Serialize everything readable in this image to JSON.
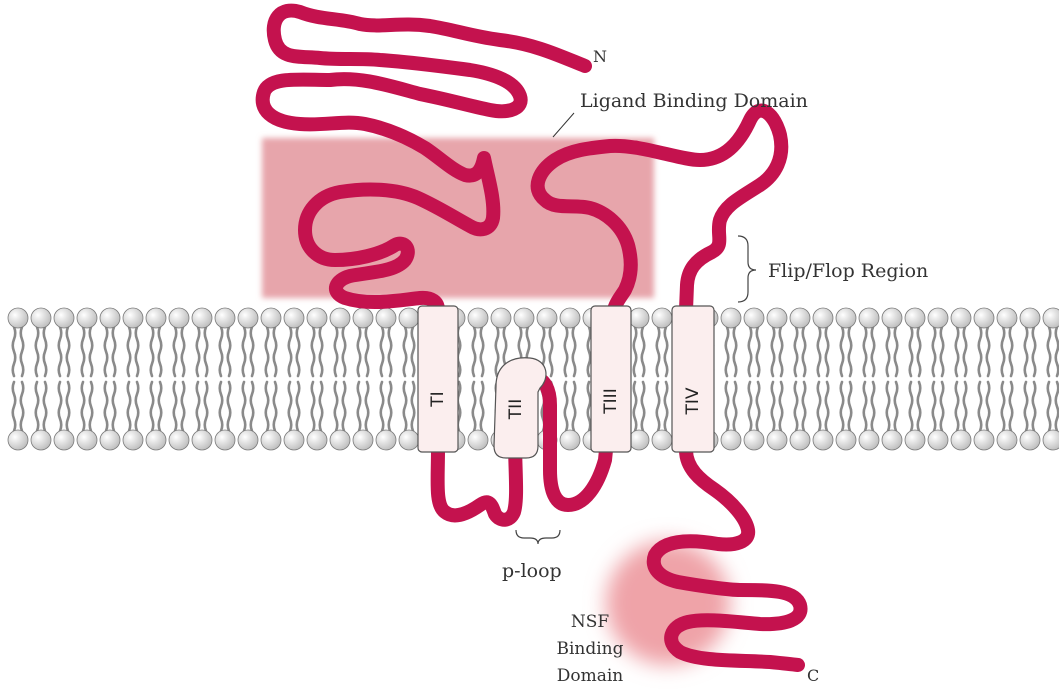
{
  "labels": {
    "n_terminus": "N",
    "c_terminus": "C",
    "ligand_binding_domain": "Ligand Binding Domain",
    "flip_flop_region": "Flip/Flop Region",
    "p_loop": "p-loop",
    "nsf_line1": "NSF",
    "nsf_line2": "Binding",
    "nsf_line3": "Domain"
  },
  "segments": {
    "t1": "TI",
    "t2": "TII",
    "t3": "TIII",
    "t4": "TIV"
  },
  "colors": {
    "protein_chain": "#C4124E",
    "ligand_domain_shade": "#E7A5AB",
    "nsf_domain_shade": "#EFA3A8",
    "segment_fill": "#FBEEEE",
    "lipid_head": "#D4D4D4",
    "lipid_tail": "#8A8A8A",
    "text": "#333333"
  }
}
